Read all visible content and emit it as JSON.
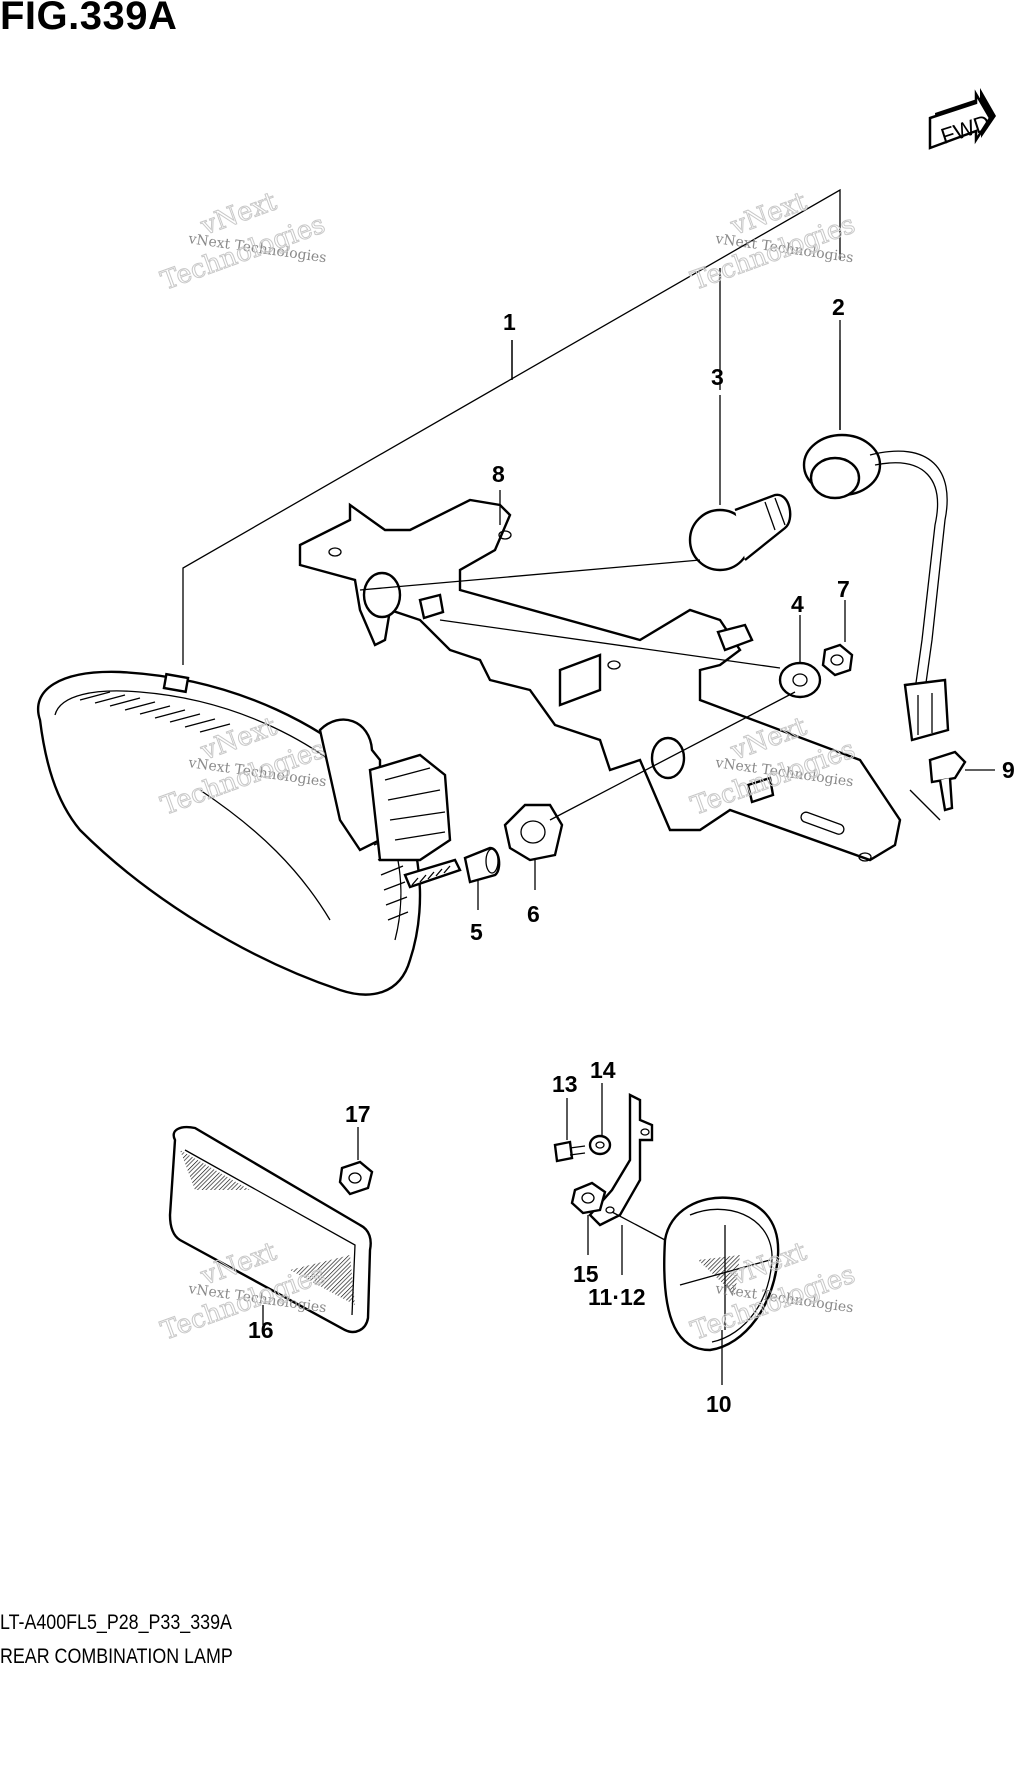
{
  "figure": {
    "title": "FIG.339A",
    "model_code": "LT-A400FL5_P28_P33_339A",
    "section_title": "REAR COMBINATION LAMP"
  },
  "direction_badge": {
    "label": "FWD"
  },
  "watermark": {
    "line1": "vNext Technologies",
    "big_line1": "vNext",
    "big_line2": "Technologies"
  },
  "callouts": [
    "1",
    "2",
    "3",
    "4",
    "5",
    "6",
    "7",
    "8",
    "9",
    "10",
    "11·12",
    "13",
    "14",
    "15",
    "16",
    "17"
  ],
  "icons": {
    "direction": "arrow-right-icon",
    "hatch": "crosshatch-pattern"
  }
}
